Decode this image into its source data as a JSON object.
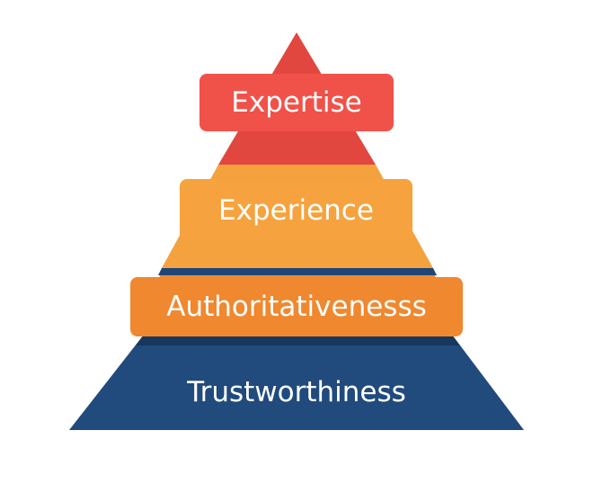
{
  "diagram": {
    "levels": [
      {
        "label": "Expertise",
        "color": "#f0524a",
        "band_color": "#e2473f"
      },
      {
        "label": "Experience",
        "color": "#f6a33f",
        "band_color": "#f4a23e"
      },
      {
        "label": "Authoritativenesss",
        "color": "#f0882f",
        "band_color": "#f08a33"
      },
      {
        "label": "Trustworthiness",
        "color": "#214a7d",
        "band_color": "#214a7d"
      }
    ],
    "accent_band_color": "#1f4677"
  }
}
